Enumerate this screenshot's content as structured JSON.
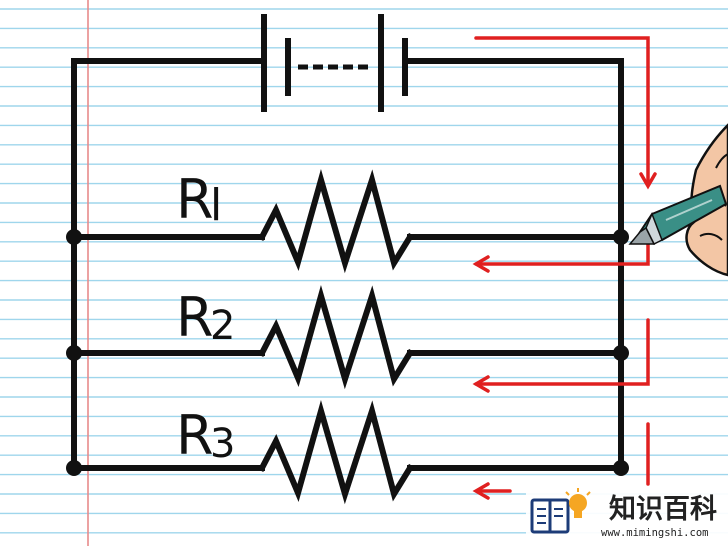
{
  "diagram": {
    "kind": "parallel circuit",
    "resistors": [
      {
        "letter": "R",
        "index": "l"
      },
      {
        "letter": "R",
        "index": "2"
      },
      {
        "letter": "R",
        "index": "3"
      }
    ],
    "colors": {
      "paper": "#ffffff",
      "ruled_line": "#9fd6ec",
      "margin_line": "#e88a8a",
      "wire": "#111111",
      "current_arrow": "#e02020"
    },
    "icons": [
      "battery-icon",
      "hand-with-pen-icon",
      "book-lightbulb-logo-icon"
    ]
  },
  "watermark": {
    "name": "知识百科",
    "url": "www.mimingshi.com"
  }
}
